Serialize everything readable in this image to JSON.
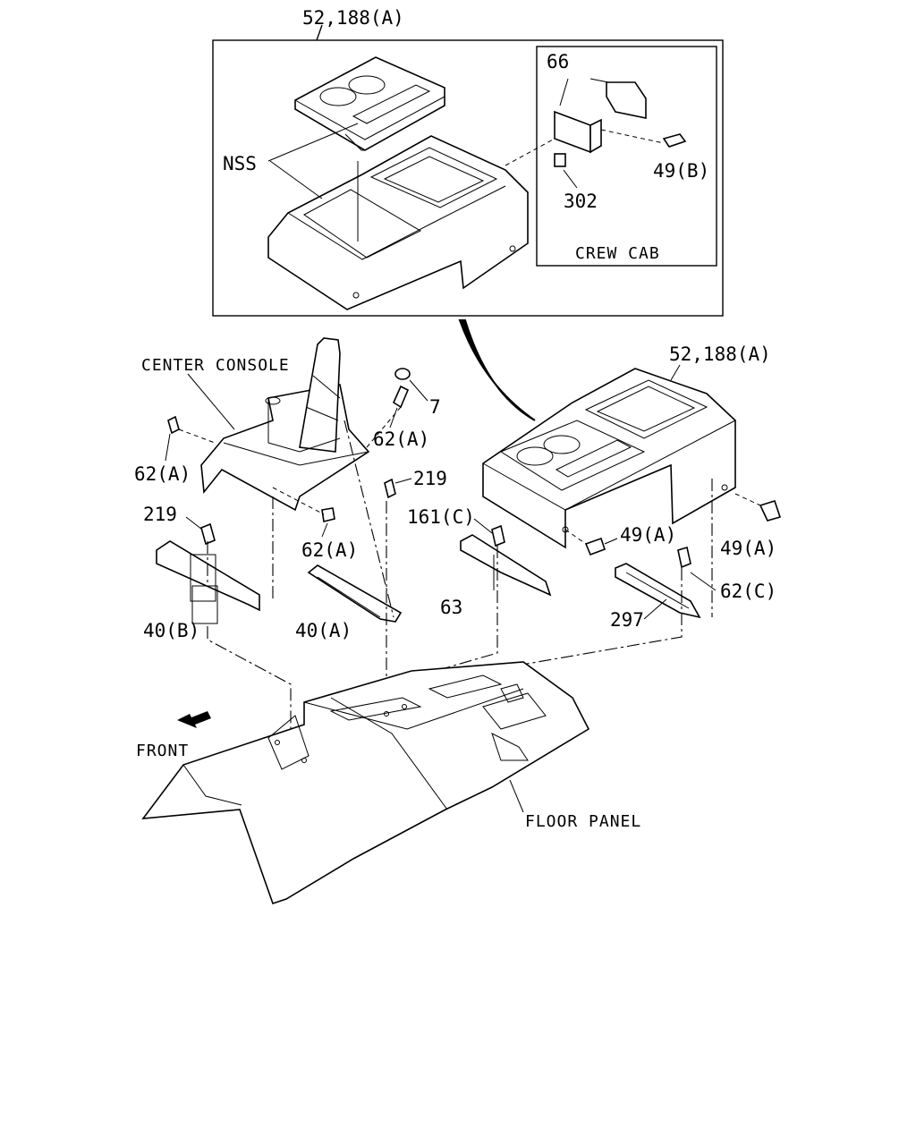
{
  "labels": {
    "top_ref": "52,188(A)",
    "nss": "NSS",
    "p66": "66",
    "p49b": "49(B)",
    "p302": "302",
    "crew_cab": "CREW CAB",
    "center_console": "CENTER CONSOLE",
    "p7": "7",
    "p62a_top": "62(A)",
    "p62a_left": "62(A)",
    "p62a_mid": "62(A)",
    "p219_right": "219",
    "p219_left": "219",
    "p40b": "40(B)",
    "p40a": "40(A)",
    "right_ref": "52,188(A)",
    "p161c": "161(C)",
    "p49a_mid": "49(A)",
    "p49a_right": "49(A)",
    "p62c": "62(C)",
    "p63": "63",
    "p297": "297",
    "front": "FRONT",
    "floor_panel": "FLOOR PANEL"
  },
  "icons": {
    "front_arrow": "arrow-down-left-icon"
  }
}
